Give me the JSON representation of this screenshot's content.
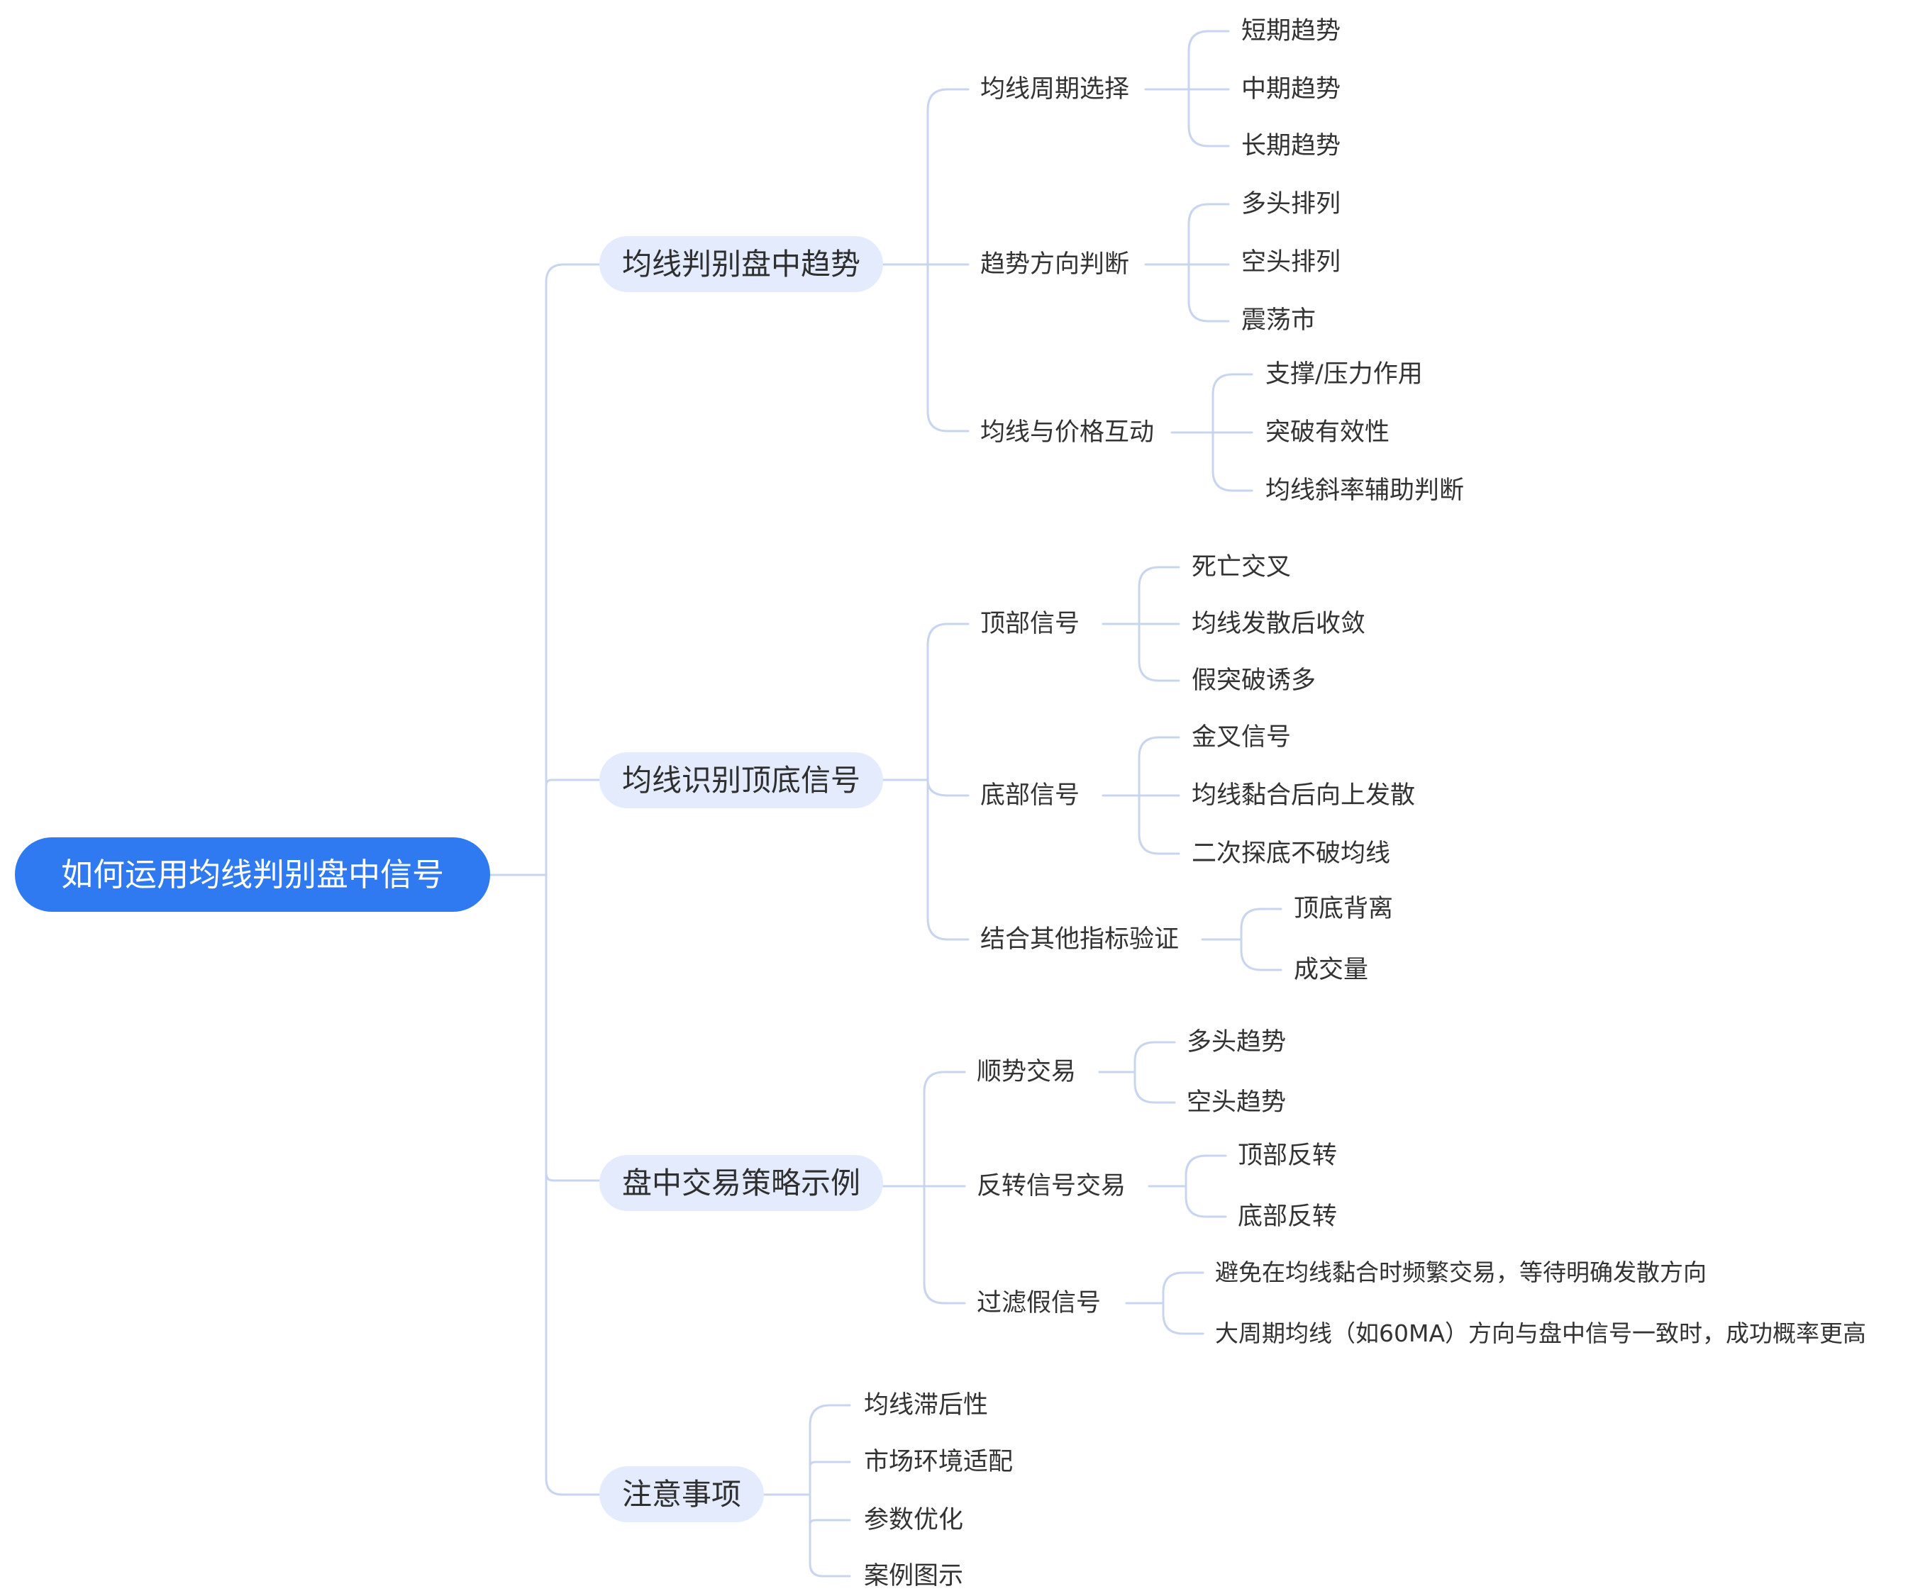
{
  "diagram": {
    "root": "如何运用均线判别盘中信号",
    "branches": [
      {
        "label": "均线判别盘中趋势",
        "children": [
          {
            "label": "均线周期选择",
            "children": [
              "短期趋势",
              "中期趋势",
              "长期趋势"
            ]
          },
          {
            "label": "趋势方向判断",
            "children": [
              "多头排列",
              "空头排列",
              "震荡市"
            ]
          },
          {
            "label": "均线与价格互动",
            "children": [
              "支撑/压力作用",
              "突破有效性",
              "均线斜率辅助判断"
            ]
          }
        ]
      },
      {
        "label": "均线识别顶底信号",
        "children": [
          {
            "label": "顶部信号",
            "children": [
              "死亡交叉",
              "均线发散后收敛",
              "假突破诱多"
            ]
          },
          {
            "label": "底部信号",
            "children": [
              "金叉信号",
              "均线黏合后向上发散",
              "二次探底不破均线"
            ]
          },
          {
            "label": "结合其他指标验证",
            "children": [
              "顶底背离",
              "成交量"
            ]
          }
        ]
      },
      {
        "label": "盘中交易策略示例",
        "children": [
          {
            "label": "顺势交易",
            "children": [
              "多头趋势",
              "空头趋势"
            ]
          },
          {
            "label": "反转信号交易",
            "children": [
              "顶部反转",
              "底部反转"
            ]
          },
          {
            "label": "过滤假信号",
            "children": [
              "避免在均线黏合时频繁交易，等待明确发散方向",
              "大周期均线（如60MA）方向与盘中信号一致时，成功概率更高"
            ]
          }
        ]
      },
      {
        "label": "注意事项",
        "children": [
          "均线滞后性",
          "市场环境适配",
          "参数优化",
          "案例图示"
        ]
      }
    ]
  },
  "colors": {
    "root_fill": "#2f7af0",
    "branch_fill": "#e3ebfd",
    "connector": "#c9d4ee",
    "text": "#333333"
  }
}
